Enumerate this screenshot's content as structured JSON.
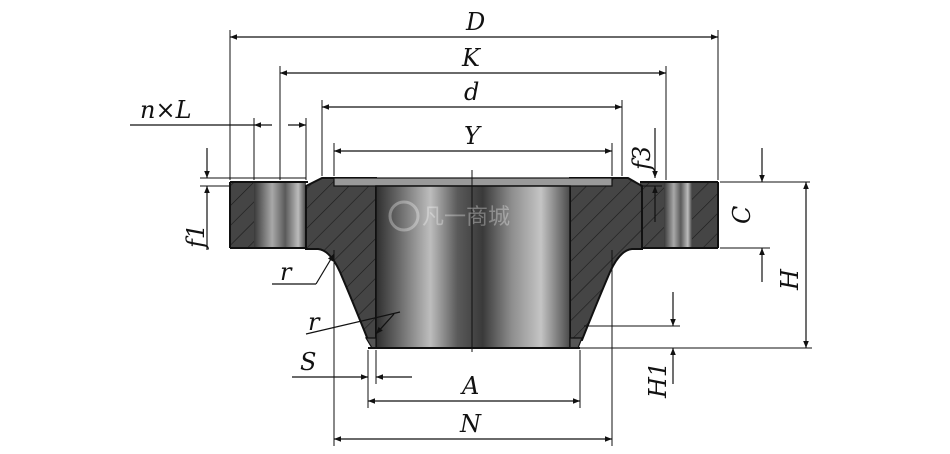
{
  "labels": {
    "D": "D",
    "K": "K",
    "d": "d",
    "Y": "Y",
    "nxL": "n×L",
    "f1": "f1",
    "f3": "f3",
    "C": "C",
    "H": "H",
    "H1": "H1",
    "r_top": "r",
    "r_bottom": "r",
    "S": "S",
    "A": "A",
    "N": "N"
  },
  "watermark": "凡一商城",
  "colors": {
    "section": "#3d3d3d",
    "bore_dark": "#3a3a3a",
    "bore_light": "#b9b9b9",
    "lines": "#111111"
  }
}
